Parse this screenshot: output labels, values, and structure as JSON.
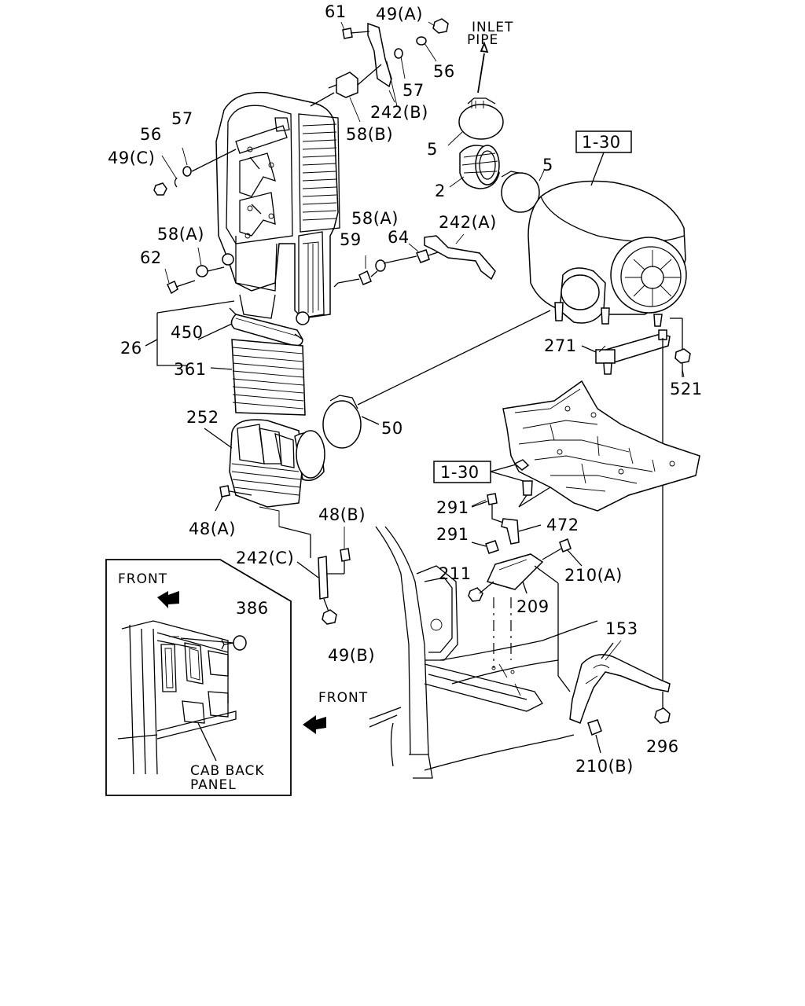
{
  "labels": {
    "l61": "61",
    "l49a": "49(A)",
    "inlet1": "INLET",
    "inlet2": "PIPE",
    "l56a": "56",
    "l57a": "57",
    "l242b": "242(B)",
    "l58b": "58(B)",
    "l57b": "57",
    "l56b": "56",
    "l49c": "49(C)",
    "l5a": "5",
    "l130a": "1-30",
    "l2": "2",
    "l5b": "5",
    "l58a1": "58(A)",
    "l242a": "242(A)",
    "l58a2": "58(A)",
    "l59": "59",
    "l64": "64",
    "l62": "62",
    "l26": "26",
    "l450": "450",
    "l361": "361",
    "l271": "271",
    "l521": "521",
    "l50": "50",
    "l252": "252",
    "l130b": "1-30",
    "l291a": "291",
    "l472": "472",
    "l291b": "291",
    "l48a": "48(A)",
    "l48b": "48(B)",
    "l242c": "242(C)",
    "l211": "211",
    "l210a": "210(A)",
    "l209": "209",
    "front1": "FRONT",
    "l386": "386",
    "l49b": "49(B)",
    "front2": "FRONT",
    "l153": "153",
    "l296": "296",
    "l210b": "210(B)",
    "cab1": "CAB BACK",
    "cab2": "PANEL"
  }
}
